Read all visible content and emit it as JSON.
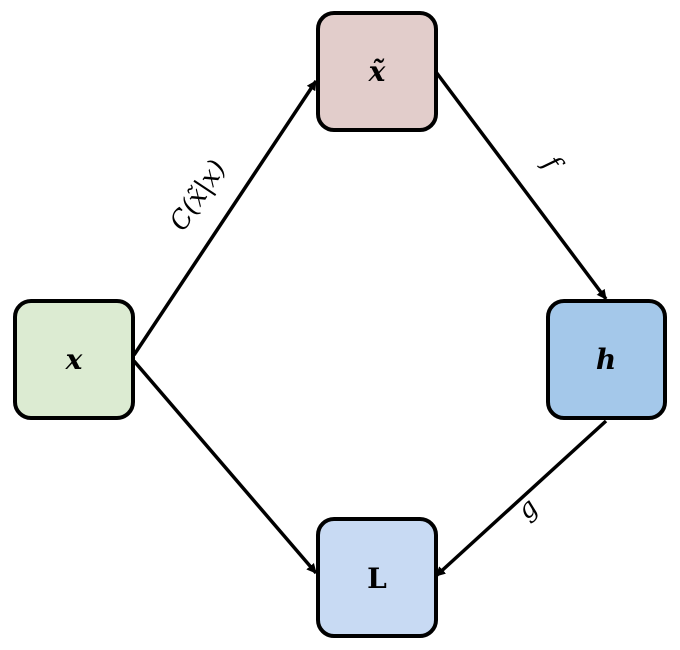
{
  "nodes": {
    "x": {
      "label": "x",
      "color": "#dcebd2"
    },
    "x_tilde": {
      "label": "x̃",
      "color": "#e2cdcb"
    },
    "h": {
      "label": "h",
      "color": "#a4c8ea"
    },
    "L": {
      "label": "L",
      "color": "#c8daf3"
    }
  },
  "edges": {
    "x_to_x_tilde": {
      "label": "C(x̃|x)"
    },
    "x_tilde_to_h": {
      "label": "f"
    },
    "h_to_L": {
      "label": "g"
    },
    "x_to_L": {
      "label": ""
    }
  }
}
